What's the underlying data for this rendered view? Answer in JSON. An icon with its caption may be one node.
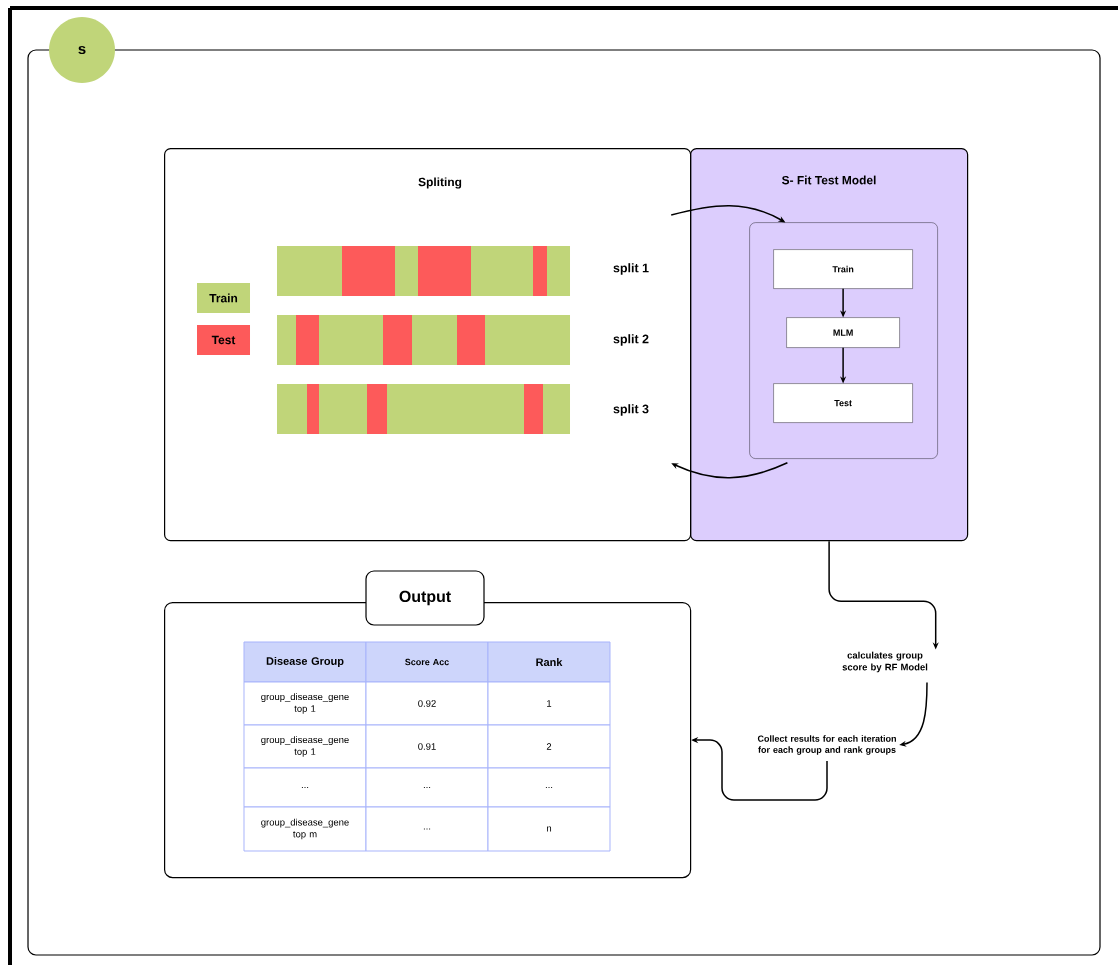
{
  "diagram": {
    "nodes": [
      {
        "text": [
          "s"
        ]
      },
      {
        "text": [
          "Spliting"
        ]
      },
      {
        "text": [
          "S- Fit Test Model"
        ]
      },
      {
        "text": [],
        "shape": "box",
        "in": 2
      },
      {
        "text": [
          "Train"
        ],
        "in": 3
      },
      {
        "text": [
          "MLM"
        ],
        "in": 3
      },
      {
        "text": [
          "Test"
        ],
        "in": 3
      },
      {
        "text": [
          "Output"
        ]
      },
      {
        "text": [
          "calculates group score by RF Model"
        ]
      },
      {
        "text": [
          "Collect results for each iteration for each group and rank groups"
        ]
      }
    ],
    "edges": [
      {
        "from": 1,
        "to": 3,
        "arrow": "to"
      },
      {
        "from": 3,
        "to": 1,
        "arrow": "to"
      },
      {
        "from": 4,
        "to": 5,
        "arrow": "to"
      },
      {
        "from": 5,
        "to": 6,
        "arrow": "to"
      },
      {
        "from": 2,
        "to": 8,
        "arrow": "to"
      },
      {
        "from": 8,
        "to": 9,
        "arrow": "to"
      },
      {
        "from": 9,
        "to": 7,
        "arrow": "to"
      }
    ],
    "labels": [
      "split 1",
      "split 2",
      "split 3",
      "Disease Group",
      "Score Acc",
      "Rank",
      "group_disease_gene top 1",
      "0.92",
      "1",
      "group_disease_gene top 1",
      "0.91",
      "2",
      "...",
      "...",
      "...",
      "group_disease_gene top m",
      "...",
      "n"
    ],
    "legend": [
      {
        "text": "Train",
        "color": "#c0d579"
      },
      {
        "text": "Test",
        "color": "#fd5a5a"
      }
    ]
  }
}
